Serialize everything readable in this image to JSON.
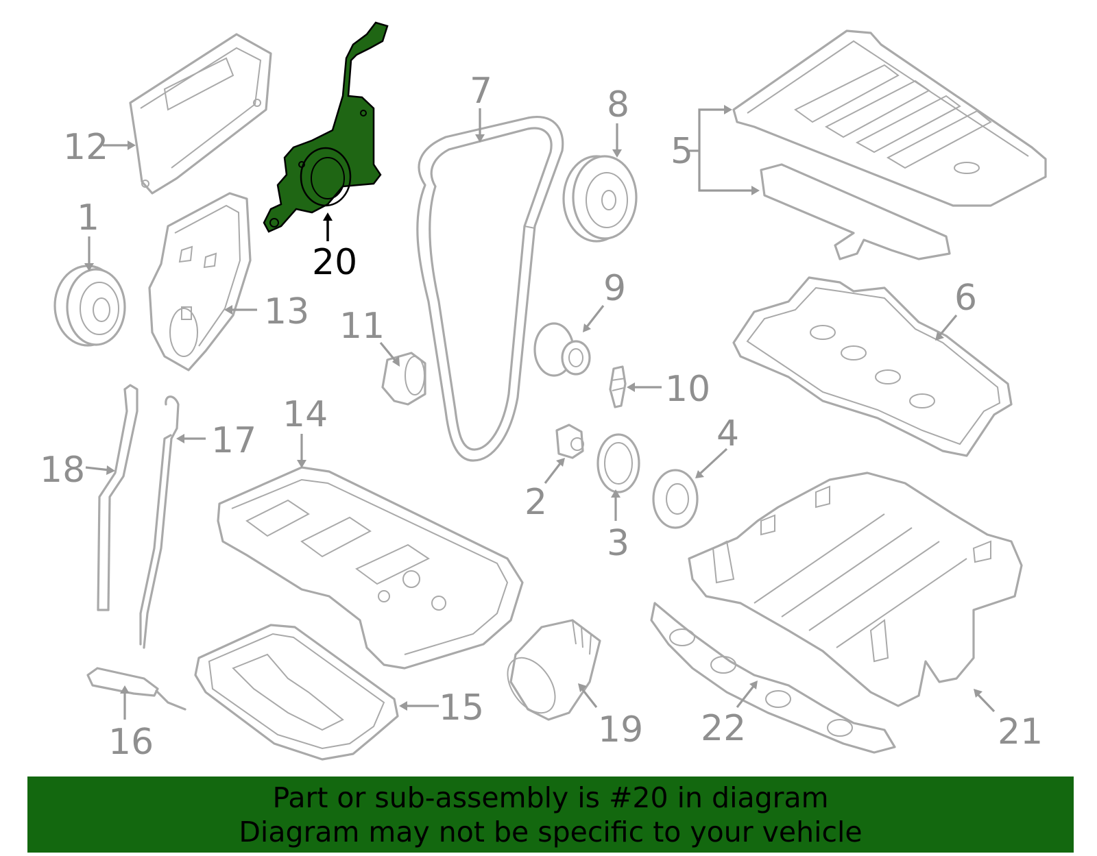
{
  "highlight": {
    "part_number": "20",
    "color": "#1f6614"
  },
  "callouts": [
    "1",
    "2",
    "3",
    "4",
    "5",
    "6",
    "7",
    "8",
    "9",
    "10",
    "11",
    "12",
    "13",
    "14",
    "15",
    "16",
    "17",
    "18",
    "19",
    "20",
    "21",
    "22"
  ],
  "banner": {
    "line1": "Part or sub-assembly is #20 in diagram",
    "line2": "Diagram may not be specific to your vehicle",
    "background": "#13680f"
  }
}
